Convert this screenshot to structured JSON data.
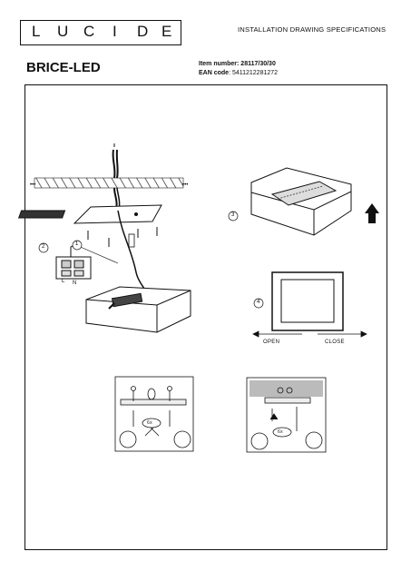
{
  "header": {
    "brand": "LUCIDE",
    "brand_letters": [
      "L",
      "U",
      "C",
      "I",
      "D",
      "E"
    ],
    "doc_type": "INSTALLATION DRAWING SPECIFICATIONS"
  },
  "product": {
    "name": "BRICE-LED",
    "item_number_label": "Item number",
    "item_number": "28117/30/30",
    "ean_label": "EAN code",
    "ean": "5411212281272"
  },
  "steps": {
    "s1": "1",
    "s2": "2",
    "s3": "3",
    "s4": "4"
  },
  "wiring": {
    "l": "L",
    "n": "N"
  },
  "slide": {
    "open": "OPEN",
    "close": "CLOSE"
  },
  "inserts": {
    "left_badge": "6x",
    "right_badge": "6x"
  }
}
